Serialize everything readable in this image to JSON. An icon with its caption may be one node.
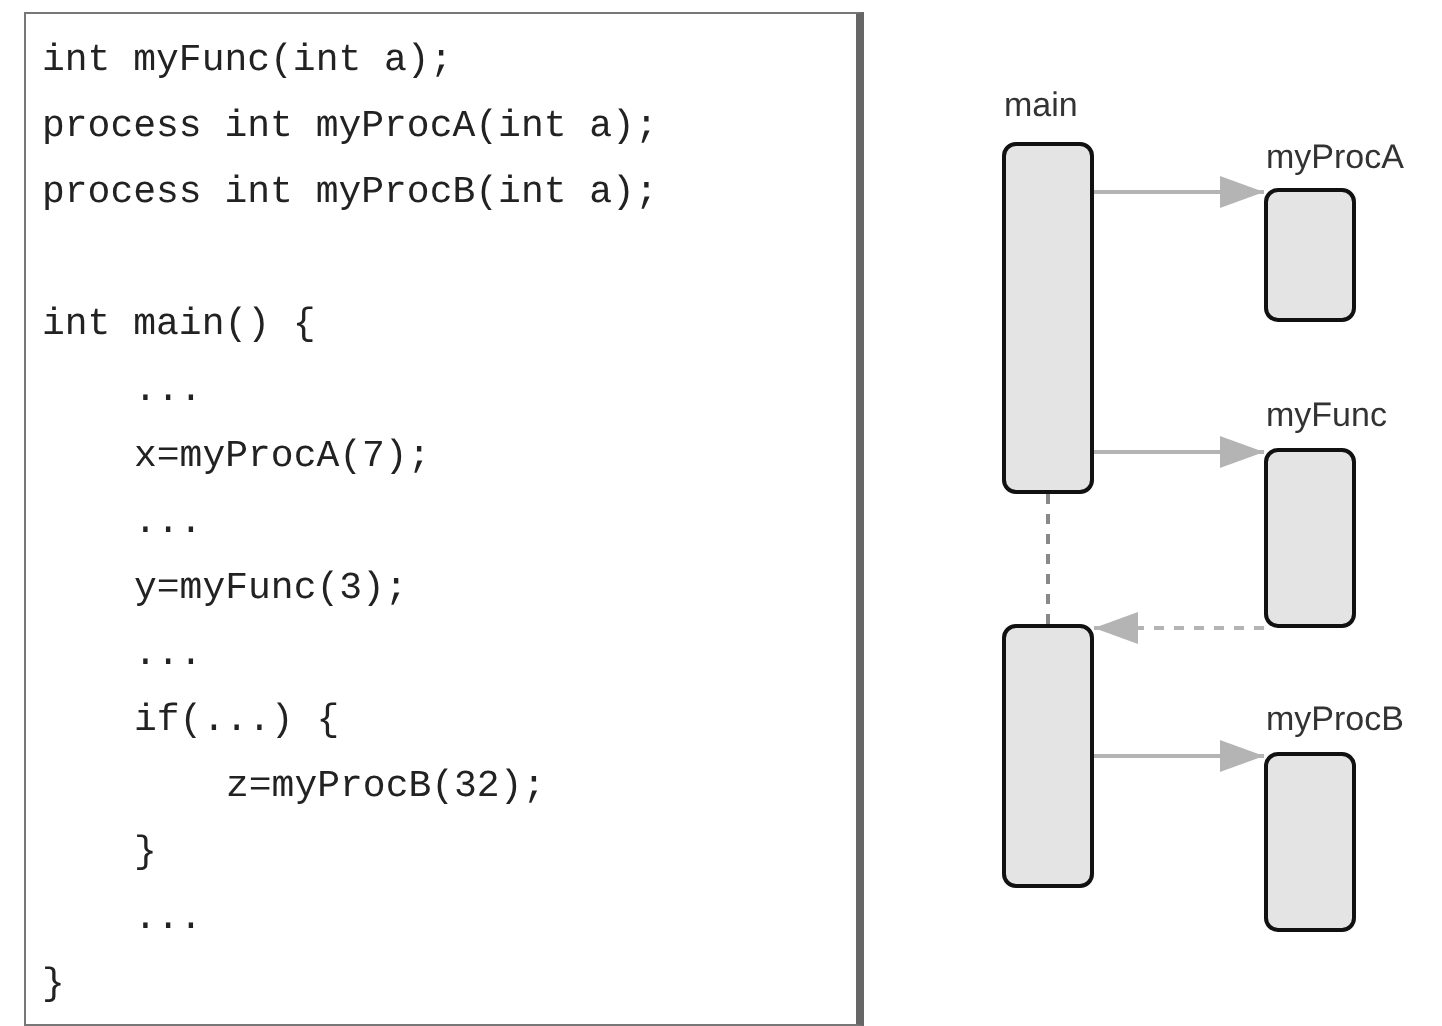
{
  "diagram": {
    "nodes": [
      {
        "text": [
          "int myFunc(int a);",
          "process int myProcA(int a);",
          "process int myProcB(int a);",
          "int main() {",
          "...",
          "x=myProcA(7);",
          "...",
          "y=myFunc(3);",
          "...",
          "if(...) {",
          "z=myProcB(32);",
          "}",
          "...",
          "}"
        ]
      },
      {
        "text": [
          "main"
        ]
      },
      {
        "text": [
          "myProcA"
        ]
      },
      {
        "text": [
          "myFunc"
        ]
      },
      {
        "text": [],
        "shape": "box"
      },
      {
        "text": [
          "myProcB"
        ]
      }
    ],
    "edges": [
      {
        "from": 1,
        "to": 2,
        "arrow": "to"
      },
      {
        "from": 1,
        "to": 3,
        "arrow": "to"
      },
      {
        "from": 1,
        "to": 4,
        "arrow": "none",
        "style": "dashed",
        "color": "#888888"
      },
      {
        "from": 3,
        "to": 4,
        "arrow": "to",
        "style": "dashed"
      },
      {
        "from": 4,
        "to": 5,
        "arrow": "to"
      }
    ]
  }
}
